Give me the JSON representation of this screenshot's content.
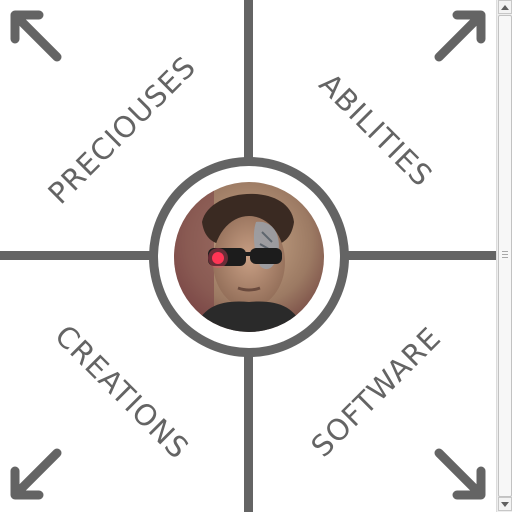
{
  "quadrants": {
    "top_left": "PRECIOUSES",
    "top_right": "ABILITIES",
    "bottom_left": "CREATIONS",
    "bottom_right": "SOFTWARE"
  },
  "icons": {
    "top_left": "arrow-up-left-icon",
    "top_right": "arrow-up-right-icon",
    "bottom_left": "arrow-down-left-icon",
    "bottom_right": "arrow-down-right-icon",
    "center": "avatar-photo",
    "scroll_up": "scroll-up-icon",
    "scroll_down": "scroll-down-icon"
  },
  "colors": {
    "primary": "#646464",
    "background": "#ffffff"
  }
}
